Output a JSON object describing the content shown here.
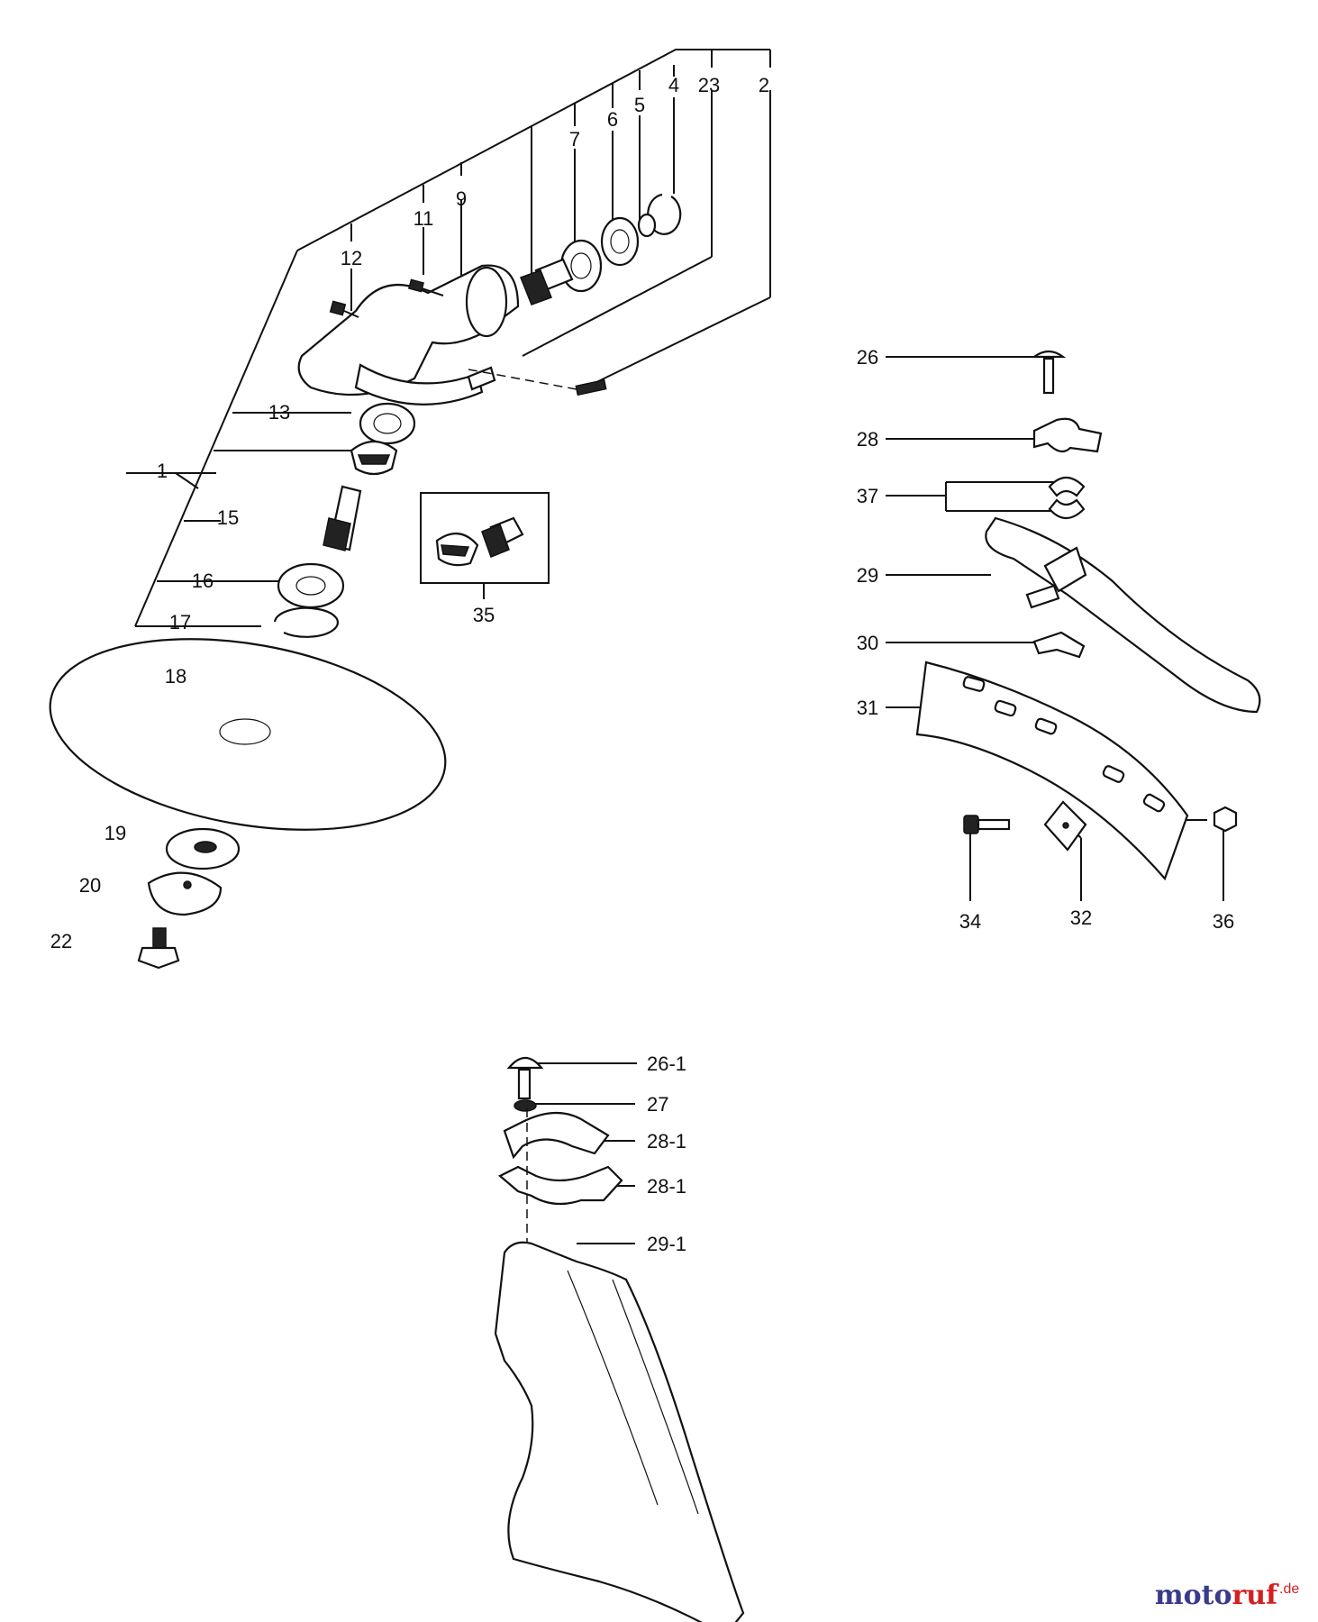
{
  "callouts": {
    "c1": "1",
    "c2": "2",
    "c4": "4",
    "c5": "5",
    "c6": "6",
    "c7": "7",
    "c9": "9",
    "c11": "11",
    "c12": "12",
    "c13": "13",
    "c15": "15",
    "c16": "16",
    "c17": "17",
    "c18": "18",
    "c19": "19",
    "c20": "20",
    "c22": "22",
    "c23": "23",
    "c26": "26",
    "c26_1": "26-1",
    "c27": "27",
    "c28": "28",
    "c28_1a": "28-1",
    "c28_1b": "28-1",
    "c29": "29",
    "c29_1": "29-1",
    "c30": "30",
    "c31": "31",
    "c32": "32",
    "c34": "34",
    "c35": "35",
    "c36": "36",
    "c37": "37"
  },
  "watermark": {
    "brand_part1": "moto",
    "brand_part2": "ruf",
    "brand_suffix": ".de",
    "color_dark": "#3a3a8c",
    "color_accent": "#d42020"
  }
}
